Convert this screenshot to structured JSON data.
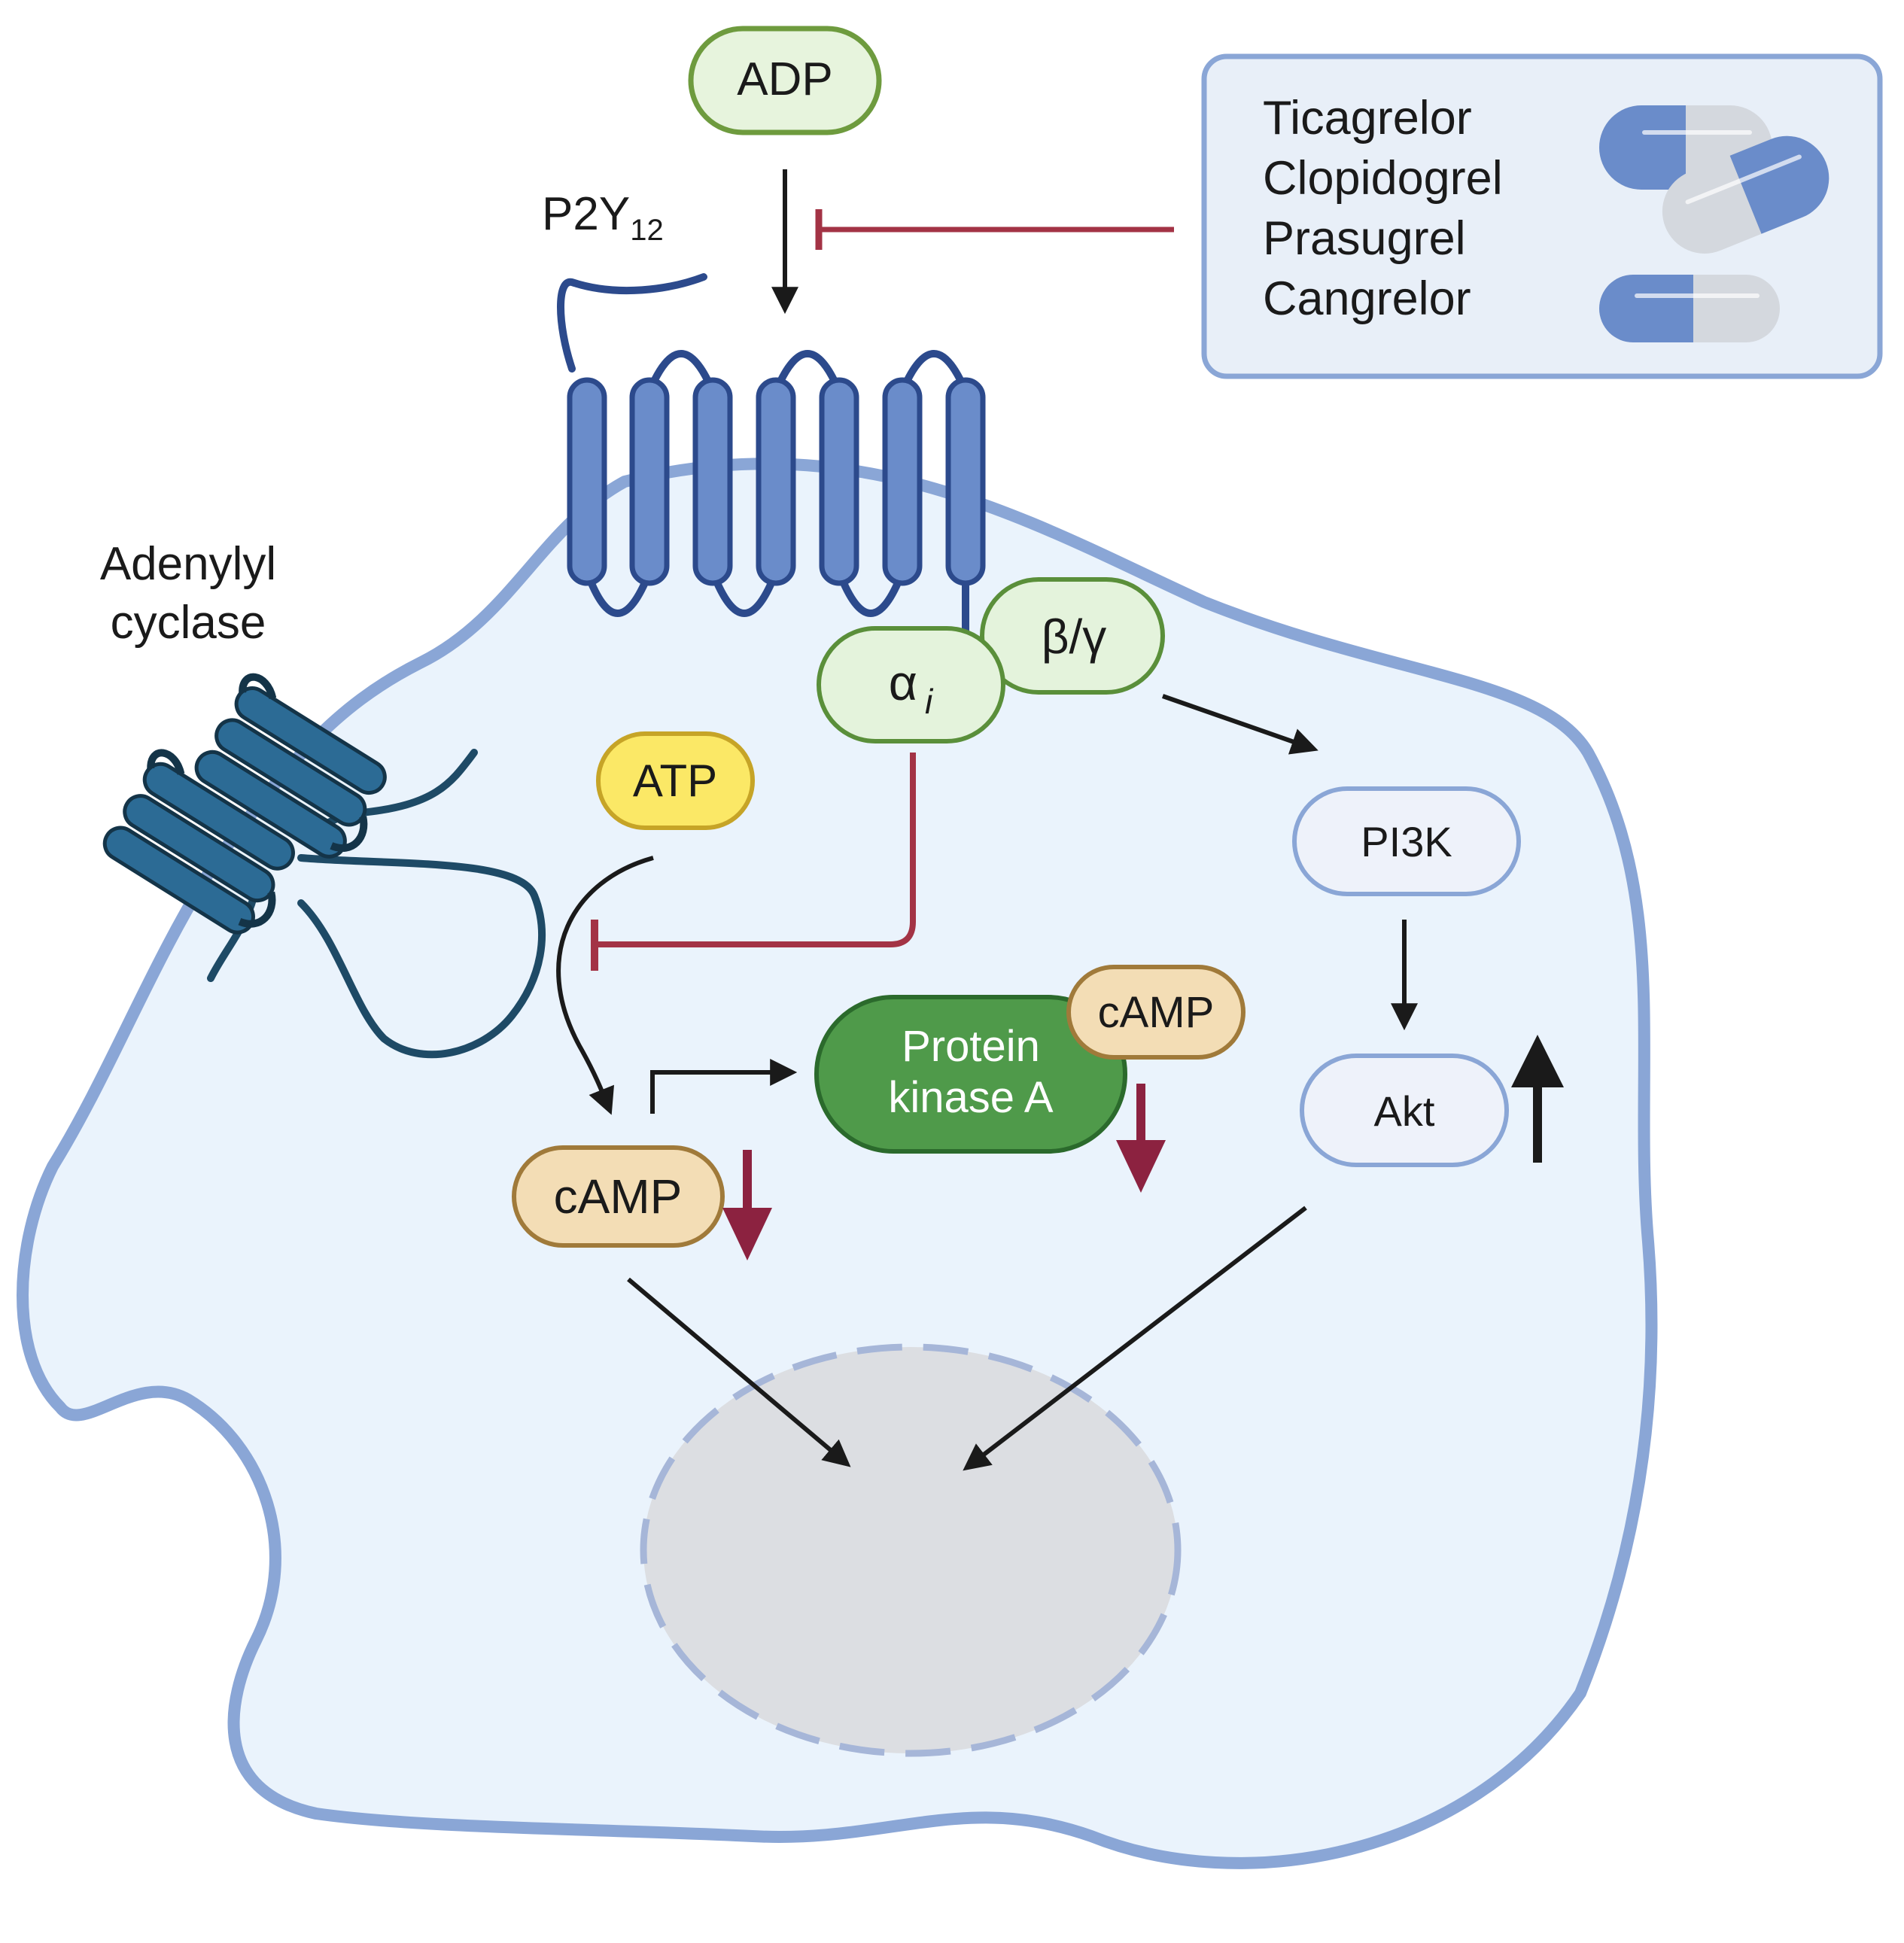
{
  "ligand": {
    "label": "ADP"
  },
  "receptor": {
    "label_main": "P2Y",
    "label_sub": "12"
  },
  "enzyme": {
    "label_line1": "Adenylyl",
    "label_line2": "cyclase"
  },
  "g_protein": {
    "alpha_main": "α",
    "alpha_sub": "i",
    "beta_gamma": "β/γ"
  },
  "substrate": {
    "label": "ATP"
  },
  "second_messenger": {
    "label": "cAMP"
  },
  "kinase": {
    "label_line1": "Protein",
    "label_line2": "kinase A",
    "bound_label": "cAMP"
  },
  "pi3k_pathway": {
    "pi3k_label": "PI3K",
    "akt_label": "Akt"
  },
  "drugs": {
    "items": [
      "Ticagrelor",
      "Clopidogrel",
      "Prasugrel",
      "Cangrelor"
    ]
  },
  "colors": {
    "inhibition": "#a33345",
    "decrease_arrow": "#8c2240",
    "activation": "#1a1a1a",
    "receptor_fill": "#6a8cca",
    "receptor_stroke": "#2c4a8c",
    "cell_fill": "#eaf3fc",
    "cell_stroke": "#8aa6d6",
    "pka_fill": "#4f9a4a",
    "camp_fill": "#f3ddb5",
    "atp_fill": "#fbe866",
    "g_protein_fill": "#e4f3dc",
    "nucleus_fill": "#dcdee2"
  },
  "icons": {
    "receptor": "seven-transmembrane-receptor-icon",
    "enzyme": "adenylyl-cyclase-icon",
    "drugs": "capsule-icon"
  }
}
